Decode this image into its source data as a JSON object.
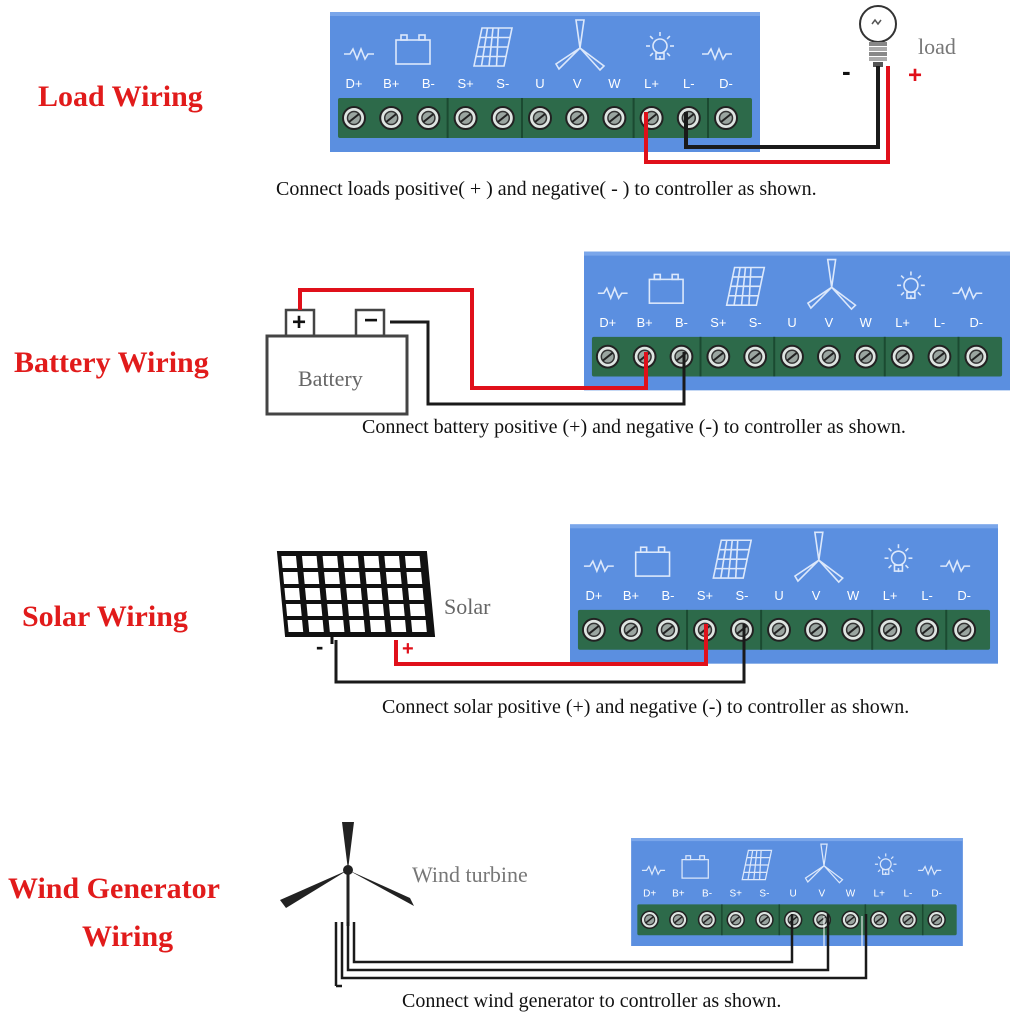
{
  "sections": {
    "load": {
      "title": "Load Wiring",
      "caption": "Connect loads positive( + ) and negative( - ) to controller as shown.",
      "device_label": "load",
      "minus": "-",
      "plus": "+"
    },
    "battery": {
      "title": "Battery Wiring",
      "caption": "Connect battery positive (+) and negative (-) to controller as shown.",
      "device_label": "Battery",
      "minus": "−",
      "plus": "+"
    },
    "solar": {
      "title": "Solar Wiring",
      "caption": "Connect solar positive (+) and negative (-) to controller as shown.",
      "device_label": "Solar",
      "minus": "-",
      "plus": "+"
    },
    "wind": {
      "title_line1": "Wind Generator",
      "title_line2": "Wiring",
      "caption": "Connect wind generator to controller as shown.",
      "device_label": "Wind turbine"
    }
  },
  "terminals": [
    "D+",
    "B+",
    "B-",
    "S+",
    "S-",
    "U",
    "V",
    "W",
    "L+",
    "L-",
    "D-"
  ],
  "colors": {
    "title_red": "#e11b1b",
    "panel_blue": "#5b8fe0",
    "terminal_green": "#2d6a4a",
    "wire_red": "#e0101a",
    "wire_black": "#1a1a1a"
  },
  "icons": [
    "resistor-icon",
    "battery-icon",
    "solar-panel-icon",
    "wind-turbine-icon",
    "lamp-icon",
    "resistor-icon"
  ]
}
